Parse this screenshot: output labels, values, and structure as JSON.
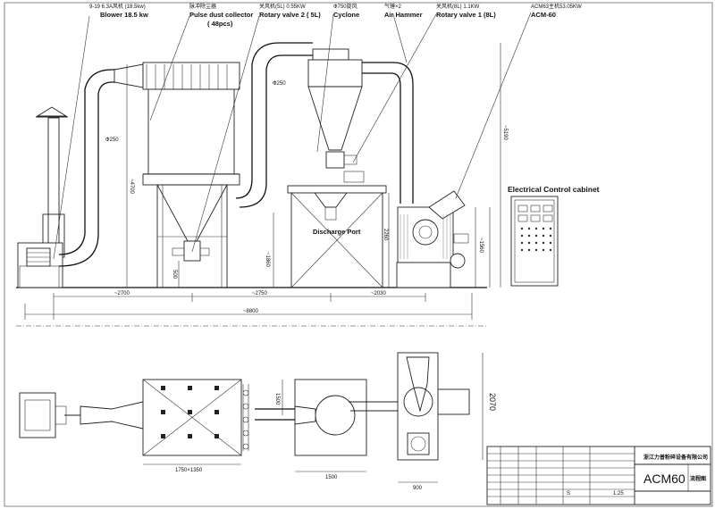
{
  "labels": {
    "blower_spec": "9-19 6.3A风机 (18.5kw)",
    "blower": "Blower 18.5 kw",
    "pulse_spec": "脉冲除尘器",
    "pulse_collector": "Pulse dust collector",
    "pulse_count": "( 48pcs)",
    "rotary2_spec": "关风机(5L) 0.55KW",
    "rotary2": "Rotary valve 2 ( 5L)",
    "cyclone_spec": "Ф750旋风",
    "cyclone": "Cyclone",
    "hammer_spec": "气锤×2",
    "air_hammer": "Air Hammer",
    "rotary1_spec": "关风机(8L) 1.1KW",
    "rotary1": "Rotary valve 1 (8L)",
    "acm_spec": "ACM63主机53.05KW",
    "acm": "ACM-60",
    "cabinet": "Electrical Control cabinet",
    "discharge": "Discharge Port"
  },
  "dims": {
    "d250_a": "Ф250",
    "d250_b": "Ф250",
    "h4700": "~4700",
    "h5190": "~5190",
    "h1860": "~1860",
    "h500": "500",
    "h2260": "2260",
    "h1560": "~1560",
    "w2700": "~2700",
    "w2750": "~2750",
    "w2030": "~2030",
    "w8800": "~8800",
    "w1750": "1750×1350",
    "w1500": "1500",
    "w900": "900",
    "h1500": "1500",
    "h2070": "2070"
  },
  "title_block": {
    "company": "浙江力普粉碎设备有限公司",
    "model": "ACM60",
    "drawing_name": "流程图",
    "cell_s": "S",
    "cell_scale": "1:25"
  }
}
